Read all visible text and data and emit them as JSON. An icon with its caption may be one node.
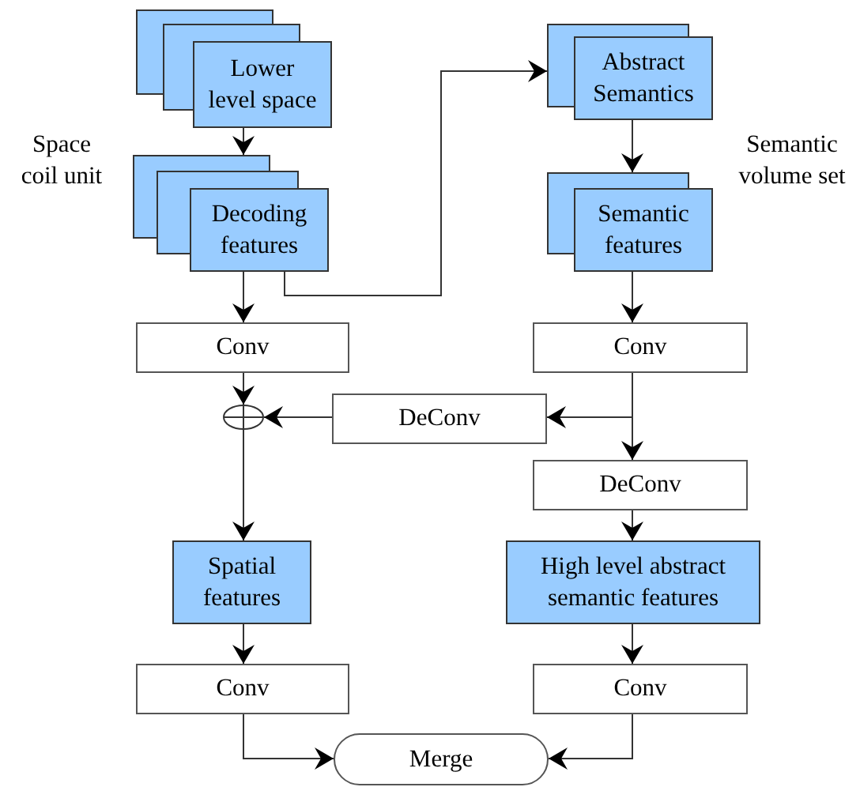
{
  "diagram": {
    "nodes": [
      {
        "text": [
          "Lower level space"
        ]
      },
      {
        "text": [
          "Decoding features"
        ]
      },
      {
        "text": [
          "Abstract Semantics"
        ]
      },
      {
        "text": [
          "Semantic features"
        ]
      },
      {
        "text": [
          "Conv"
        ]
      },
      {
        "text": [
          "Conv"
        ]
      },
      {
        "text": [],
        "shape": "circle"
      },
      {
        "text": [
          "DeConv"
        ]
      },
      {
        "text": [
          "DeConv"
        ]
      },
      {
        "text": [
          "Spatial features"
        ]
      },
      {
        "text": [
          "High level abstract semantic features"
        ]
      },
      {
        "text": [
          "Conv"
        ]
      },
      {
        "text": [
          "Conv"
        ]
      },
      {
        "text": [
          "Merge"
        ]
      }
    ],
    "edges": [
      {
        "from": 0,
        "to": 1,
        "arrow": "to"
      },
      {
        "from": 1,
        "to": 2,
        "arrow": "to"
      },
      {
        "from": 1,
        "to": 4,
        "arrow": "to"
      },
      {
        "from": 2,
        "to": 3,
        "arrow": "to"
      },
      {
        "from": 3,
        "to": 5,
        "arrow": "to"
      },
      {
        "from": 4,
        "to": 6,
        "arrow": "to"
      },
      {
        "from": 5,
        "to": 7,
        "arrow": "to"
      },
      {
        "from": 5,
        "to": 8,
        "arrow": "to"
      },
      {
        "from": 7,
        "to": 6,
        "arrow": "to"
      },
      {
        "from": 6,
        "to": 9,
        "arrow": "to"
      },
      {
        "from": 8,
        "to": 10,
        "arrow": "to"
      },
      {
        "from": 9,
        "to": 11,
        "arrow": "to"
      },
      {
        "from": 10,
        "to": 12,
        "arrow": "to"
      },
      {
        "from": 11,
        "to": 13,
        "arrow": "to"
      },
      {
        "from": 12,
        "to": 13,
        "arrow": "to"
      }
    ],
    "labels": [
      "Space coil unit",
      "Semantic volume set"
    ]
  }
}
